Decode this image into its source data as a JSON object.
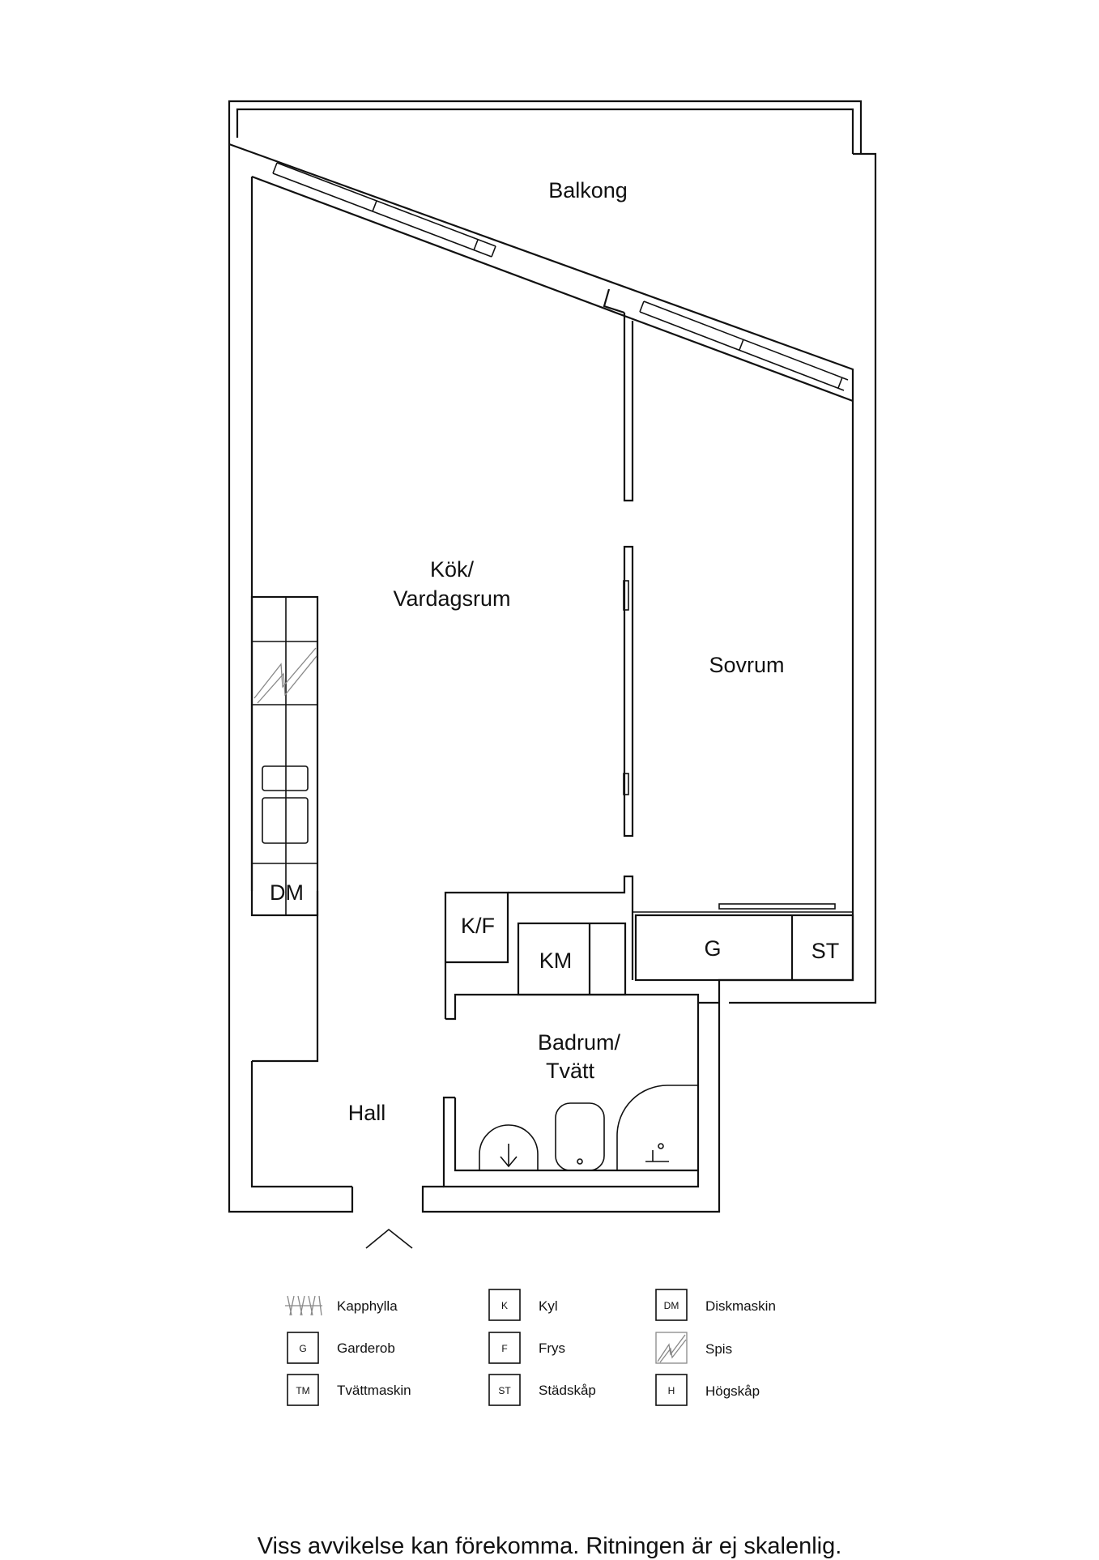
{
  "rooms": {
    "balkong": "Balkong",
    "kok_line1": "Kök/",
    "kok_line2": "Vardagsrum",
    "sovrum": "Sovrum",
    "badrum_line1": "Badrum/",
    "badrum_line2": "Tvätt",
    "hall": "Hall"
  },
  "fixtures": {
    "dm": "DM",
    "kf": "K/F",
    "km": "KM",
    "g": "G",
    "st": "ST"
  },
  "legend": [
    {
      "code": "",
      "label": "Kapphylla",
      "symbol": "kapphylla-icon"
    },
    {
      "code": "K",
      "label": "Kyl",
      "symbol": "box"
    },
    {
      "code": "DM",
      "label": "Diskmaskin",
      "symbol": "box"
    },
    {
      "code": "G",
      "label": "Garderob",
      "symbol": "box"
    },
    {
      "code": "F",
      "label": "Frys",
      "symbol": "box"
    },
    {
      "code": "",
      "label": "Spis",
      "symbol": "spis-icon"
    },
    {
      "code": "TM",
      "label": "Tvättmaskin",
      "symbol": "box"
    },
    {
      "code": "ST",
      "label": "Städskåp",
      "symbol": "box"
    },
    {
      "code": "H",
      "label": "Högskåp",
      "symbol": "box"
    }
  ],
  "footer": {
    "disclaimer": "Viss avvikelse kan förekomma. Ritningen är ej skalenlig."
  }
}
